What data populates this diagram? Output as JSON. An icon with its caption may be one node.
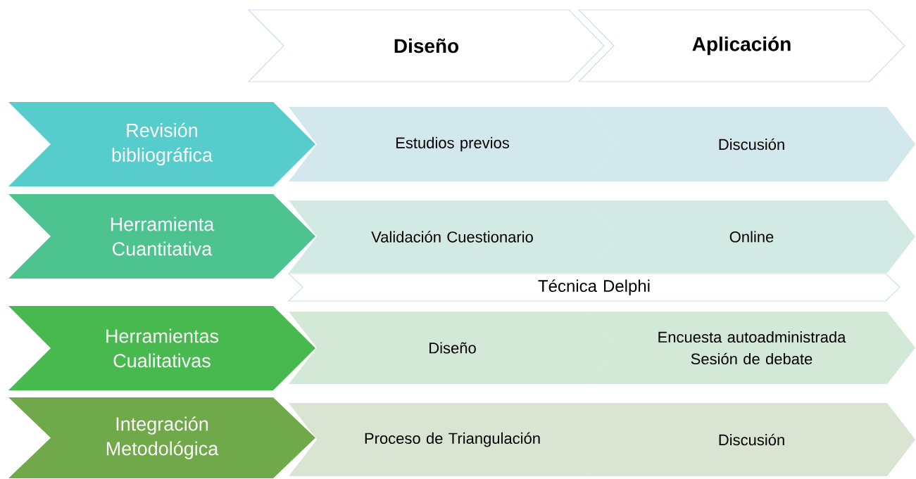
{
  "diagram": {
    "nodes": [
      {
        "text": [
          "Diseño"
        ]
      },
      {
        "text": [
          "Aplicación"
        ]
      },
      {
        "text": [
          "Revisión bibliográfica"
        ]
      },
      {
        "text": [
          "Estudios previos"
        ]
      },
      {
        "text": [
          "Discusión"
        ]
      },
      {
        "text": [
          "Herramienta Cuantitativa"
        ]
      },
      {
        "text": [
          "Validación Cuestionario"
        ]
      },
      {
        "text": [
          "Online"
        ]
      },
      {
        "text": [
          "Técnica Delphi"
        ]
      },
      {
        "text": [
          "Herramientas Cualitativas"
        ]
      },
      {
        "text": [
          "Diseño"
        ]
      },
      {
        "text": [
          "Encuesta autoadministrada",
          "Sesión de debate"
        ]
      },
      {
        "text": [
          "Integración Metodológica"
        ]
      },
      {
        "text": [
          "Proceso de Triangulación"
        ]
      },
      {
        "text": [
          "Discusión"
        ]
      }
    ]
  }
}
